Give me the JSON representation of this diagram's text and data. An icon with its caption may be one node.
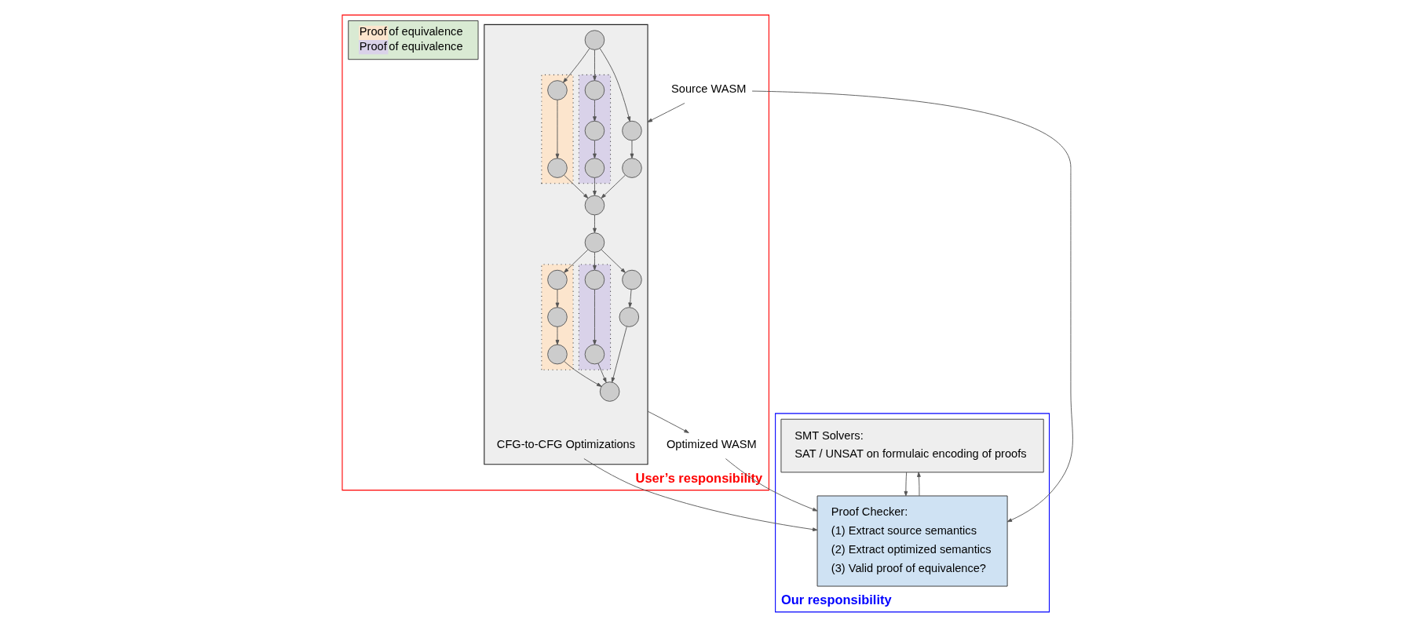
{
  "diagram": {
    "nodes": [
      {
        "text": [
          "User’s responsibility"
        ]
      },
      {
        "text": [],
        "shape": "box",
        "in": 0
      },
      {
        "text": [],
        "shape": "circle",
        "in": 1
      },
      {
        "text": [],
        "shape": "box",
        "in": 1
      },
      {
        "text": [],
        "shape": "circle",
        "in": 3
      },
      {
        "text": [],
        "shape": "circle",
        "in": 3
      },
      {
        "text": [],
        "shape": "box",
        "in": 1
      },
      {
        "text": [],
        "shape": "circle",
        "in": 6
      },
      {
        "text": [],
        "shape": "circle",
        "in": 6
      },
      {
        "text": [],
        "shape": "circle",
        "in": 6
      },
      {
        "text": [],
        "shape": "circle",
        "in": 1
      },
      {
        "text": [],
        "shape": "circle",
        "in": 1
      },
      {
        "text": [],
        "shape": "circle",
        "in": 1
      },
      {
        "text": [
          "CFG-to-CFG Optimizations"
        ],
        "in": 1
      },
      {
        "text": [],
        "shape": "circle",
        "in": 1
      },
      {
        "text": [],
        "shape": "box",
        "in": 1
      },
      {
        "text": [],
        "shape": "circle",
        "in": 15
      },
      {
        "text": [],
        "shape": "circle",
        "in": 15
      },
      {
        "text": [],
        "shape": "circle",
        "in": 15
      },
      {
        "text": [],
        "shape": "box",
        "in": 1
      },
      {
        "text": [],
        "shape": "circle",
        "in": 19
      },
      {
        "text": [],
        "shape": "circle",
        "in": 19
      },
      {
        "text": [],
        "shape": "circle",
        "in": 1
      },
      {
        "text": [],
        "shape": "circle",
        "in": 1
      },
      {
        "text": [],
        "shape": "circle",
        "in": 1
      },
      {
        "text": [
          "Source WASM"
        ],
        "in": 0
      },
      {
        "text": [
          "Proof of equivalence",
          "Proof of equivalence"
        ],
        "in": 0
      },
      {
        "text": [
          "Optimized WASM"
        ],
        "in": 0
      },
      {
        "text": [
          "Our responsibility"
        ]
      },
      {
        "text": [
          "SMT Solvers:",
          "SAT / UNSAT on formulaic encoding of proofs"
        ],
        "in": 28
      },
      {
        "text": [
          "Proof Checker:",
          "(1) Extract source semantics",
          "(2) Extract optimized semantics",
          "(3) Valid proof of equivalence?"
        ],
        "in": 28
      }
    ],
    "edges": [
      {
        "from": 2,
        "to": 4,
        "arrow": "to"
      },
      {
        "from": 2,
        "to": 7,
        "arrow": "to"
      },
      {
        "from": 2,
        "to": 10,
        "arrow": "to"
      },
      {
        "from": 4,
        "to": 5,
        "arrow": "to"
      },
      {
        "from": 7,
        "to": 8,
        "arrow": "to"
      },
      {
        "from": 8,
        "to": 9,
        "arrow": "to"
      },
      {
        "from": 10,
        "to": 11,
        "arrow": "to"
      },
      {
        "from": 5,
        "to": 12,
        "arrow": "to"
      },
      {
        "from": 9,
        "to": 12,
        "arrow": "to"
      },
      {
        "from": 11,
        "to": 12,
        "arrow": "to"
      },
      {
        "from": 12,
        "to": 14,
        "arrow": "to"
      },
      {
        "from": 14,
        "to": 16,
        "arrow": "to"
      },
      {
        "from": 14,
        "to": 20,
        "arrow": "to"
      },
      {
        "from": 14,
        "to": 22,
        "arrow": "to"
      },
      {
        "from": 16,
        "to": 17,
        "arrow": "to"
      },
      {
        "from": 17,
        "to": 18,
        "arrow": "to"
      },
      {
        "from": 20,
        "to": 21,
        "arrow": "to"
      },
      {
        "from": 22,
        "to": 23,
        "arrow": "to"
      },
      {
        "from": 18,
        "to": 24,
        "arrow": "to"
      },
      {
        "from": 21,
        "to": 24,
        "arrow": "to"
      },
      {
        "from": 23,
        "to": 24,
        "arrow": "to"
      },
      {
        "from": 25,
        "to": 1,
        "arrow": "to"
      },
      {
        "from": 25,
        "to": 30,
        "arrow": "to"
      },
      {
        "from": 13,
        "to": 30,
        "arrow": "to"
      },
      {
        "from": 1,
        "to": 27,
        "arrow": "to"
      },
      {
        "from": 27,
        "to": 30,
        "arrow": "to"
      },
      {
        "from": 30,
        "to": 29,
        "arrow": "to"
      },
      {
        "from": 29,
        "to": 30,
        "arrow": "to"
      }
    ]
  }
}
